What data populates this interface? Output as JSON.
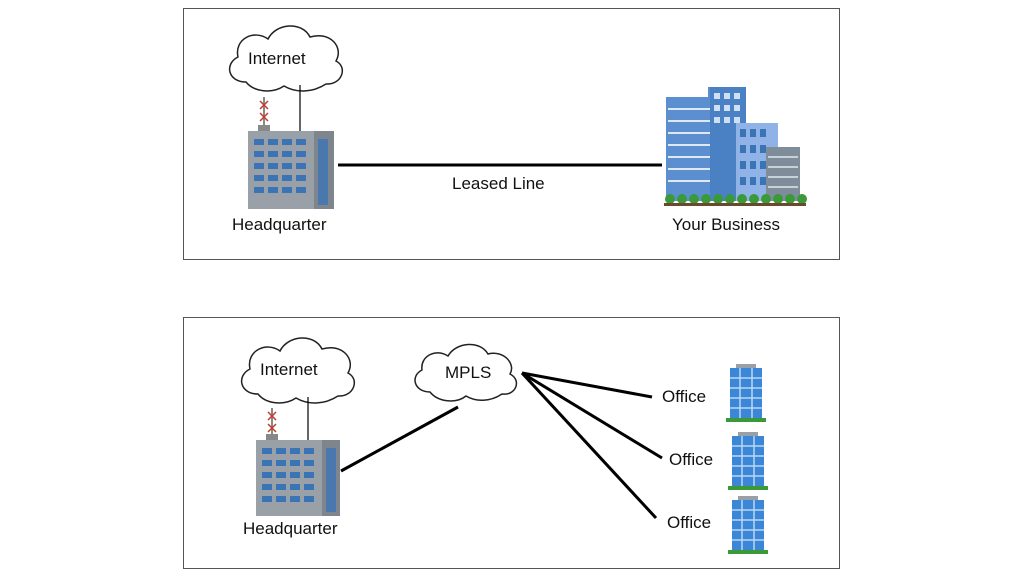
{
  "top_diagram": {
    "internet_label": "Internet",
    "headquarter_label": "Headquarter",
    "link_label": "Leased Line",
    "business_label": "Your Business"
  },
  "bottom_diagram": {
    "internet_label": "Internet",
    "mpls_label": "MPLS",
    "headquarter_label": "Headquarter",
    "offices": [
      {
        "label": "Office"
      },
      {
        "label": "Office"
      },
      {
        "label": "Office"
      }
    ]
  },
  "colors": {
    "building_gray": "#9aa0a8",
    "window_blue": "#3b74b5",
    "business_blue": "#5b8fd0",
    "tree_green": "#3a9a3a",
    "line": "#000000"
  }
}
